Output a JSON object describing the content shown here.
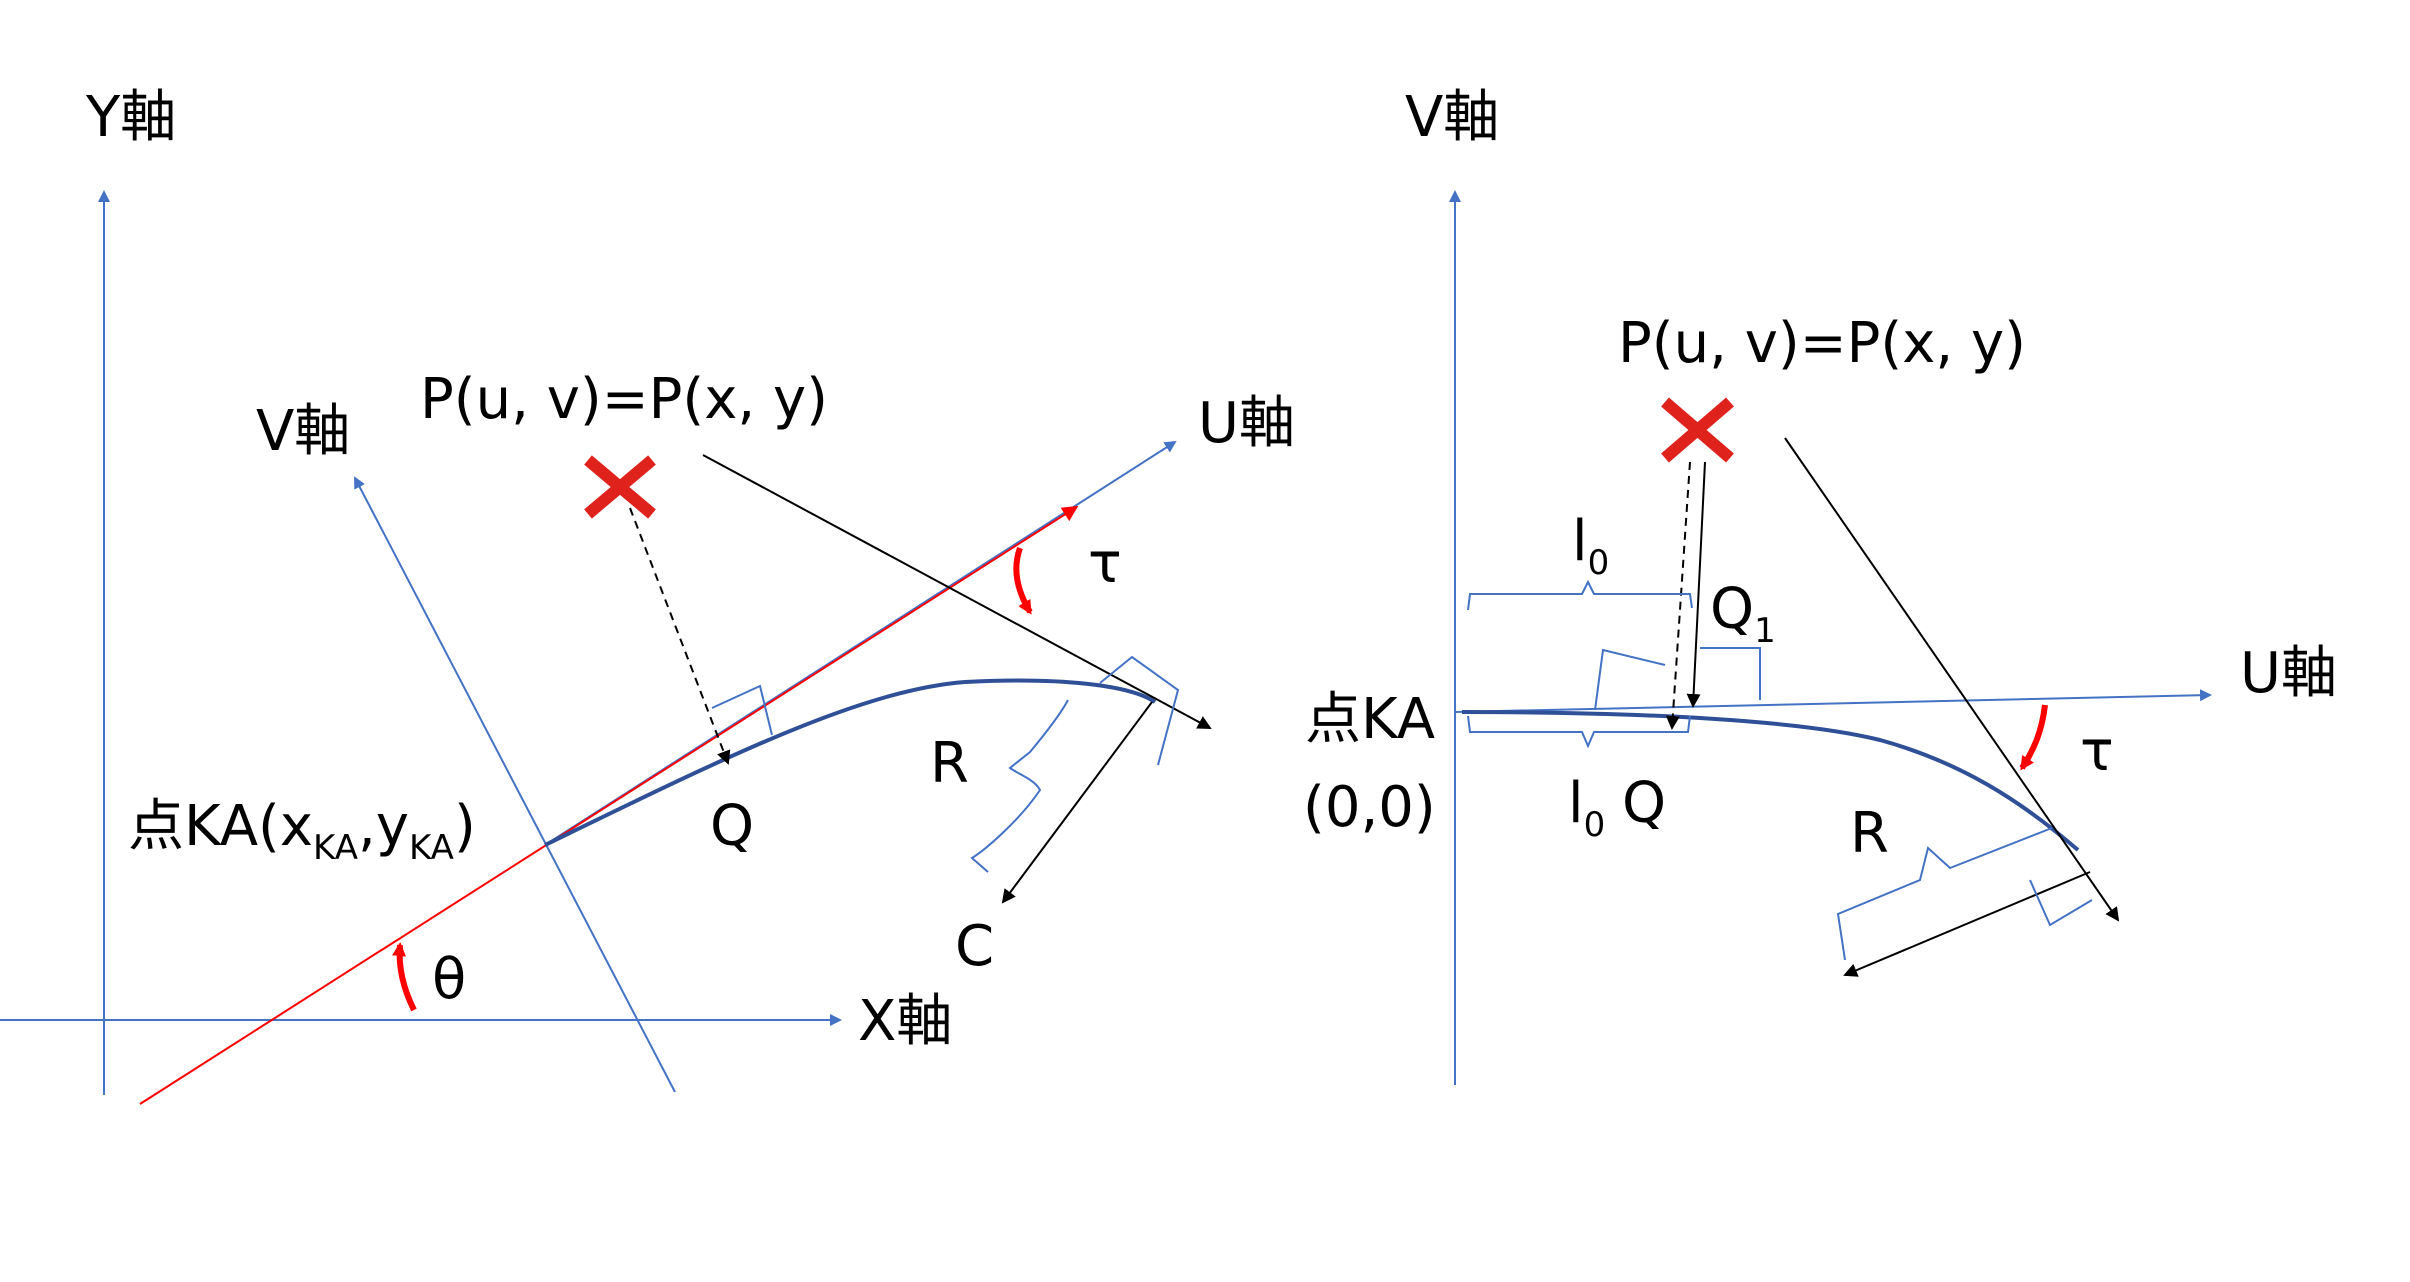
{
  "colors": {
    "axis": "#4472c4",
    "curve": "#2f4f96",
    "red": "#ff0000",
    "marker": "#e0221c",
    "black": "#000000"
  },
  "left_panel": {
    "y_axis_label": "Y軸",
    "x_axis_label": "X軸",
    "v_axis_label": "V軸",
    "u_axis_label": "U軸",
    "point_p_label": "P(u, v)=P(x, y)",
    "point_ka_label": {
      "prefix": "点KA(x",
      "sub1": "KA",
      "mid": ",y",
      "sub2": "KA",
      "suffix": ")"
    },
    "q_label": "Q",
    "r_label": "R",
    "c_label": "C",
    "theta_label": "θ",
    "tau_label": "τ"
  },
  "right_panel": {
    "v_axis_label": "V軸",
    "u_axis_label": "U軸",
    "point_p_label": "P(u, v)=P(x, y)",
    "point_ka_label": "点KA",
    "origin_label": "(0,0)",
    "l0_top_label": {
      "base": "l",
      "sub": "0"
    },
    "l0_bottom_label": {
      "base": "l",
      "sub": "0"
    },
    "q_label": "Q",
    "q1_label": {
      "base": "Q",
      "sub": "1"
    },
    "r_label": "R",
    "tau_label": "τ"
  }
}
